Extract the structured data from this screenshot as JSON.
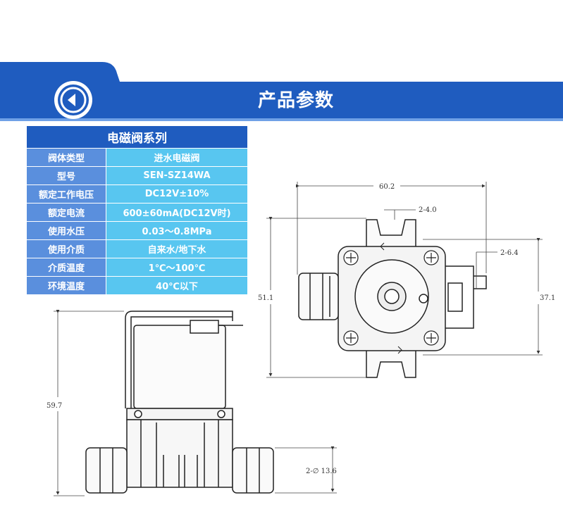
{
  "header": {
    "title": "产品参数"
  },
  "spec_table": {
    "title": "电磁阀系列",
    "rows": [
      {
        "label": "阀体类型",
        "value": "进水电磁阀"
      },
      {
        "label": "型号",
        "value": "SEN-SZ14WA"
      },
      {
        "label": "额定工作电压",
        "value": "DC12V±10%"
      },
      {
        "label": "额定电流",
        "value": "600±60mA(DC12V时)"
      },
      {
        "label": "使用水压",
        "value": "0.03～0.8MPa"
      },
      {
        "label": "使用介质",
        "value": "自来水/地下水"
      },
      {
        "label": "介质温度",
        "value": "1℃～100℃"
      },
      {
        "label": "环境温度",
        "value": "40℃以下"
      }
    ]
  },
  "drawing": {
    "front": {
      "width": "60.2",
      "height": "51.1",
      "height_right": "37.1",
      "hole_top": "2-4.0",
      "hole_right": "2-6.4"
    },
    "side": {
      "height": "59.7",
      "port": "2-∅ 13.6"
    }
  },
  "colors": {
    "banner_blue": "#1f5cbf",
    "label_blue": "#5a8fdd",
    "value_cyan": "#58c6f0"
  }
}
